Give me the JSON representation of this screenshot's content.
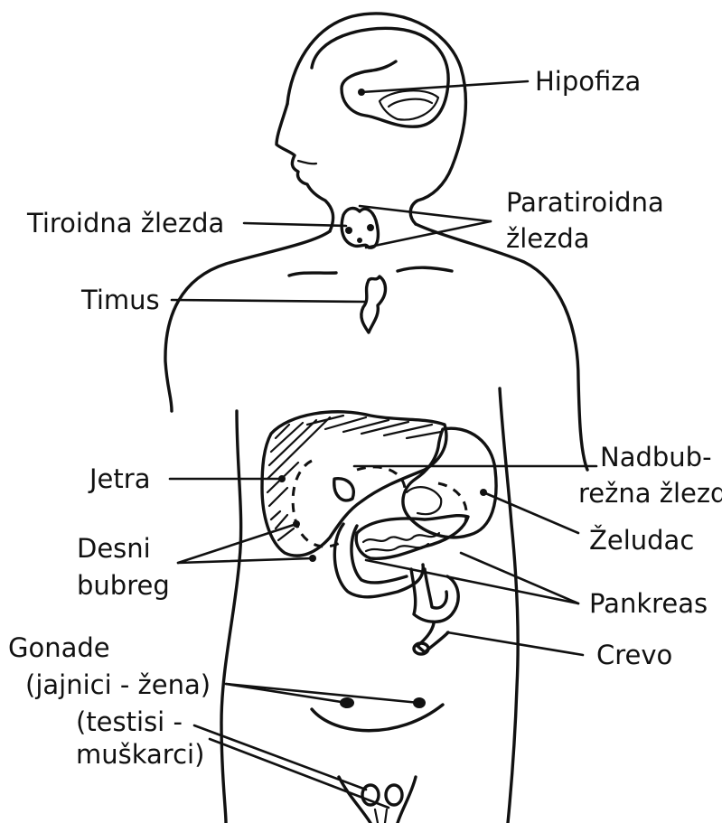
{
  "labels": {
    "hipofiza": "Hipofiza",
    "paratiroidna_1": "Paratiroidna",
    "paratiroidna_2": "žlezda",
    "tiroidna": "Tiroidna žlezda",
    "timus": "Timus",
    "jetra": "Jetra",
    "nadbubrezna_1": "Nadbub-",
    "nadbubrezna_2": "režna žlezda",
    "zeludac": "Želudac",
    "desni_bubreg_1": "Desni",
    "desni_bubreg_2": "bubreg",
    "pankreas": "Pankreas",
    "crevo": "Crevo",
    "gonade_1": "Gonade",
    "gonade_2": "(jajnici - žena)",
    "gonade_3": "(testisi -",
    "gonade_4": "muškarci)"
  },
  "colors": {
    "ink": "#111111",
    "background": "#ffffff"
  }
}
